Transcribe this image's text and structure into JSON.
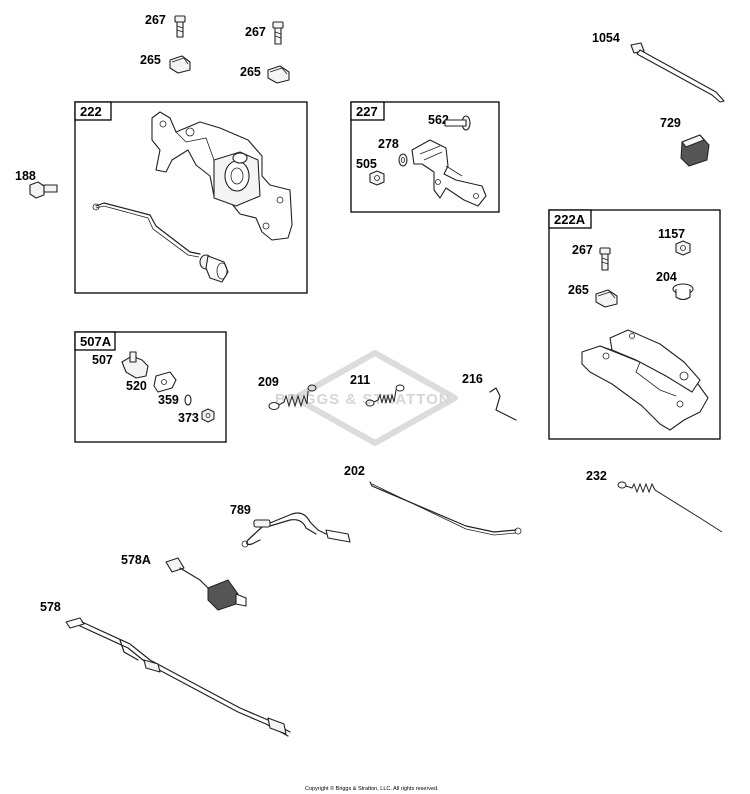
{
  "diagram": {
    "groups": [
      {
        "id": "222"
      },
      {
        "id": "227"
      },
      {
        "id": "222A"
      },
      {
        "id": "507A"
      }
    ],
    "labels": {
      "l267a": "267",
      "l267b": "267",
      "l265a": "265",
      "l265b": "265",
      "l1054": "1054",
      "l729": "729",
      "l188": "188",
      "l562": "562",
      "l278": "278",
      "l505": "505",
      "l267c": "267",
      "l1157": "1157",
      "l204": "204",
      "l265c": "265",
      "l507": "507",
      "l520": "520",
      "l359": "359",
      "l373": "373",
      "l209": "209",
      "l211": "211",
      "l216": "216",
      "l202": "202",
      "l232": "232",
      "l789": "789",
      "l578A": "578A",
      "l578": "578"
    },
    "watermark": "BRIGGS & STRATTON",
    "copyright": "Copyright © Briggs & Stratton, LLC. All rights reserved."
  }
}
